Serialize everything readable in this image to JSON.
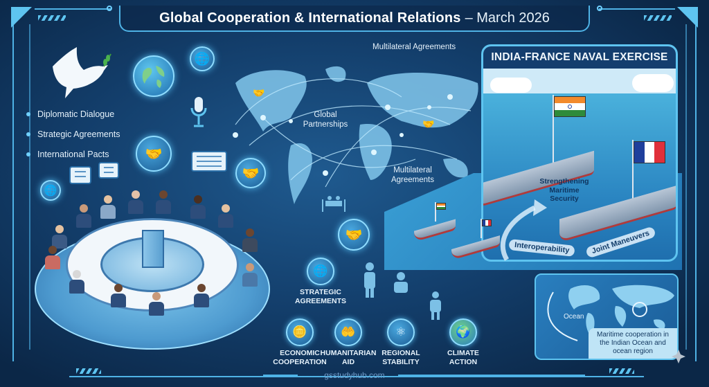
{
  "header": {
    "title": "Global Cooperation & International Relations",
    "date": "– March 2026"
  },
  "left_panel": {
    "bullets": [
      {
        "label": "Diplomatic Dialogue"
      },
      {
        "label": "Strategic Agreements"
      },
      {
        "label": "International Pacts"
      }
    ],
    "icons": [
      "dove-icon",
      "globe-icon",
      "handshake-icon",
      "chat-bubble-icon",
      "globe-chat-icon",
      "microphone-icon"
    ]
  },
  "map": {
    "labels": {
      "top": "Multilateral Agreements",
      "center": "Global\nPartnerships",
      "bottom": "Multilateral\nAgreements"
    }
  },
  "naval": {
    "title": "INDIA-FRANCE NAVAL EXERCISE",
    "labels": {
      "security": "Strengthening\nMaritime\nSecurity",
      "interop": "Interoperability",
      "maneuvers": "Joint Maneuvers"
    },
    "flags": {
      "india": [
        "#f28a2c",
        "#ffffff",
        "#2e8b3a"
      ],
      "france": [
        "#1f3f9c",
        "#ffffff",
        "#e0303a"
      ]
    }
  },
  "ocean_card": {
    "label": "Ocean",
    "note": "Maritime cooperation in the Indian Ocean and ocean region"
  },
  "features": [
    {
      "icon": "globe-icon",
      "label": "STRATEGIC\nAGREEMENTS"
    },
    {
      "icon": "coins-hand-icon",
      "label": "ECONOMIC\nCOOPERATION"
    },
    {
      "icon": "hands-care-icon",
      "label": "HUMANITARIAN\nAID"
    },
    {
      "icon": "network-icon",
      "label": "REGIONAL\nSTABILITY"
    },
    {
      "icon": "earth-leaf-icon",
      "label": "CLIMATE\nACTION"
    }
  ],
  "footer": {
    "site": "gsstudyhub.com"
  },
  "colors": {
    "background": "#0b2747",
    "accent": "#4fb3e6",
    "sea": "#2b86c2"
  }
}
